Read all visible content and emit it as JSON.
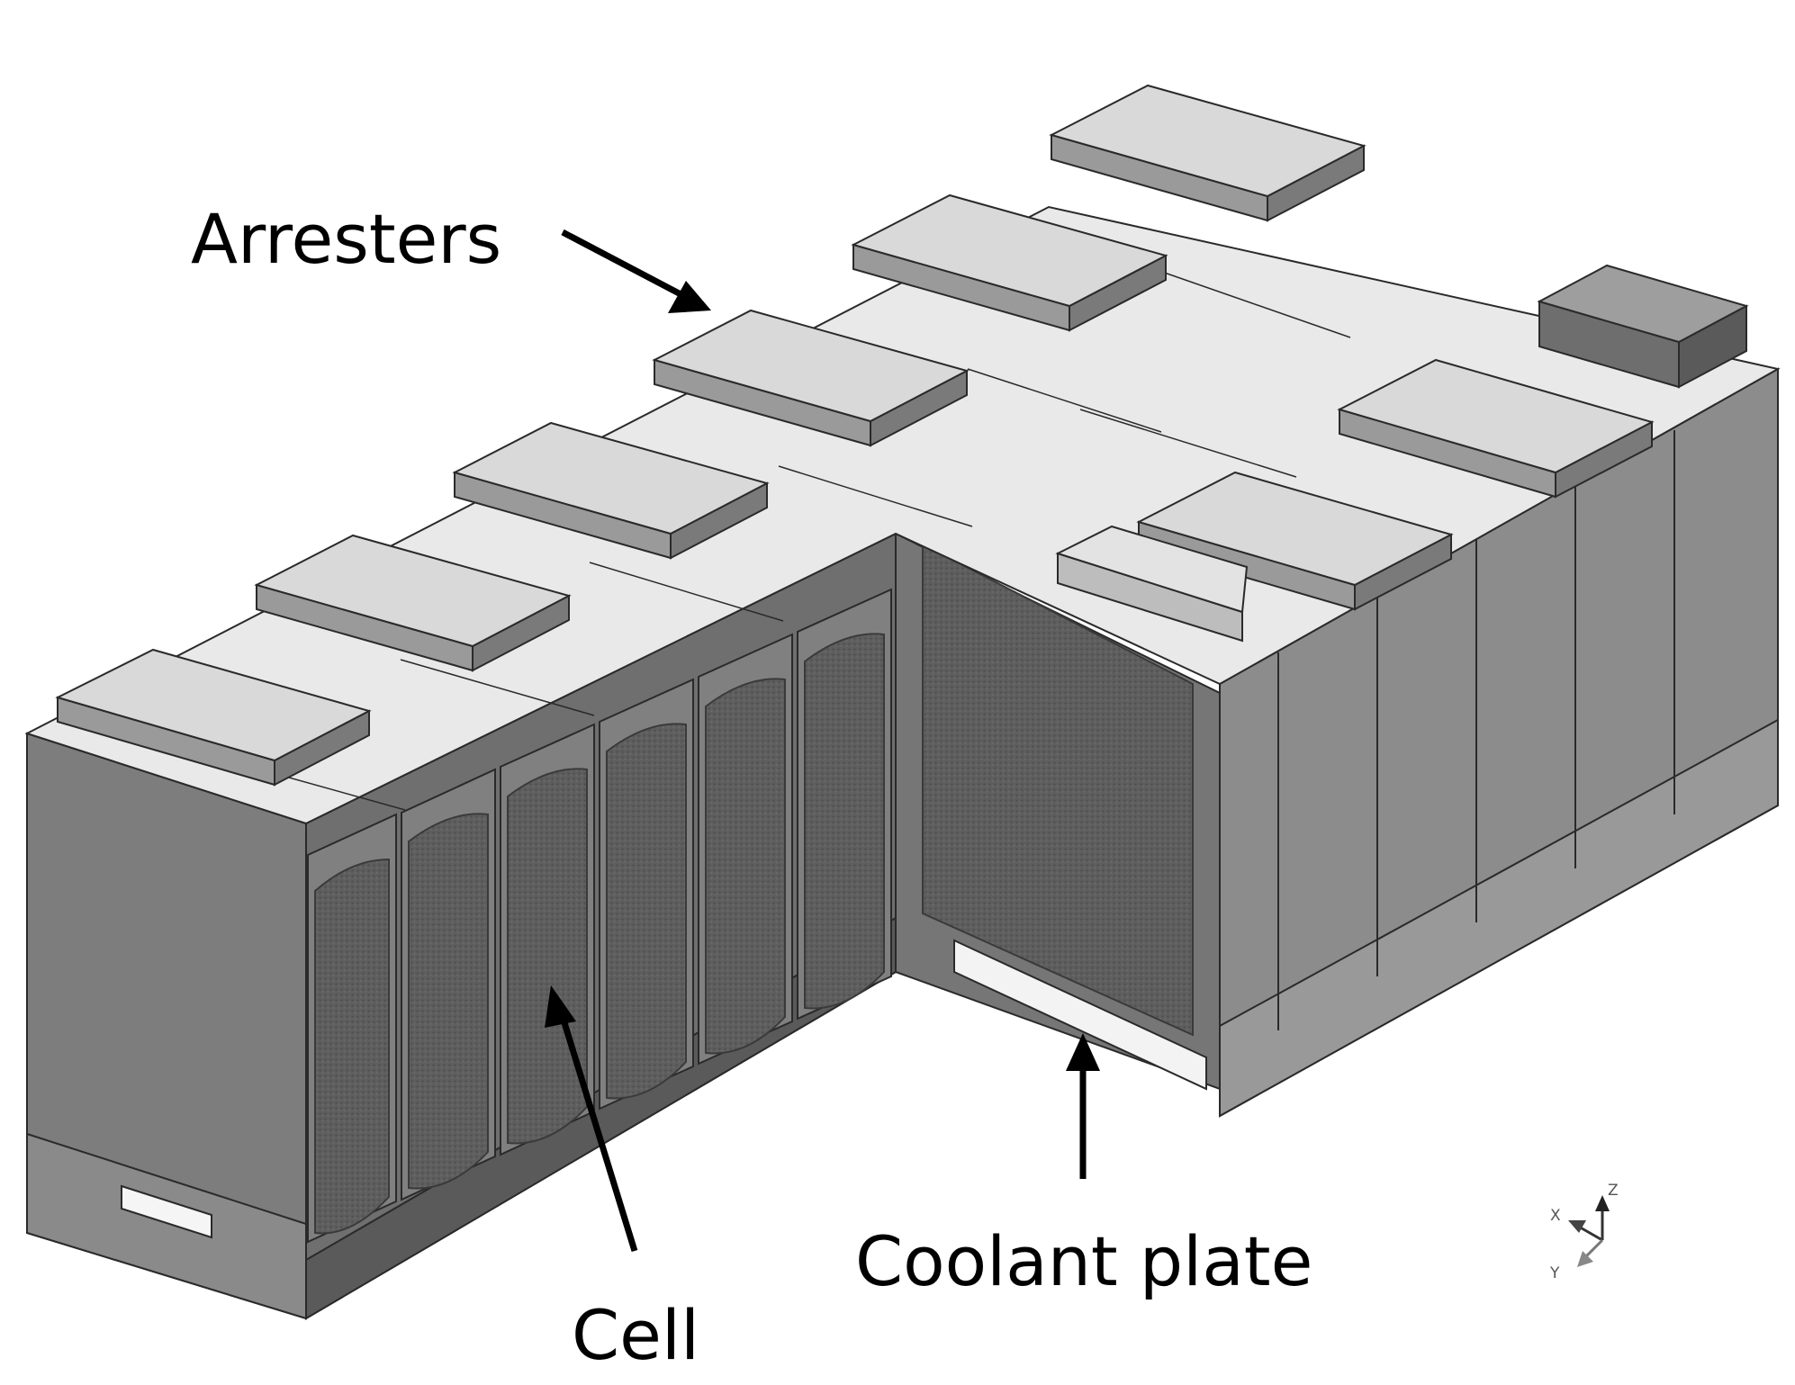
{
  "labels": {
    "arresters": "Arresters",
    "cell": "Cell",
    "coolant_plate": "Coolant plate"
  },
  "axis_triad": {
    "x": "X",
    "y": "Y",
    "z": "Z"
  },
  "colors": {
    "top_face": "#e9e9e9",
    "left_face": "#7d7d7d",
    "right_face": "#8c8c8c",
    "cell_fill": "#5c5c5c",
    "arrester_top": "#d9d9d9",
    "coolant_plate": "#f3f3f3",
    "outline": "#2a2a2a",
    "arrow": "#000000"
  }
}
